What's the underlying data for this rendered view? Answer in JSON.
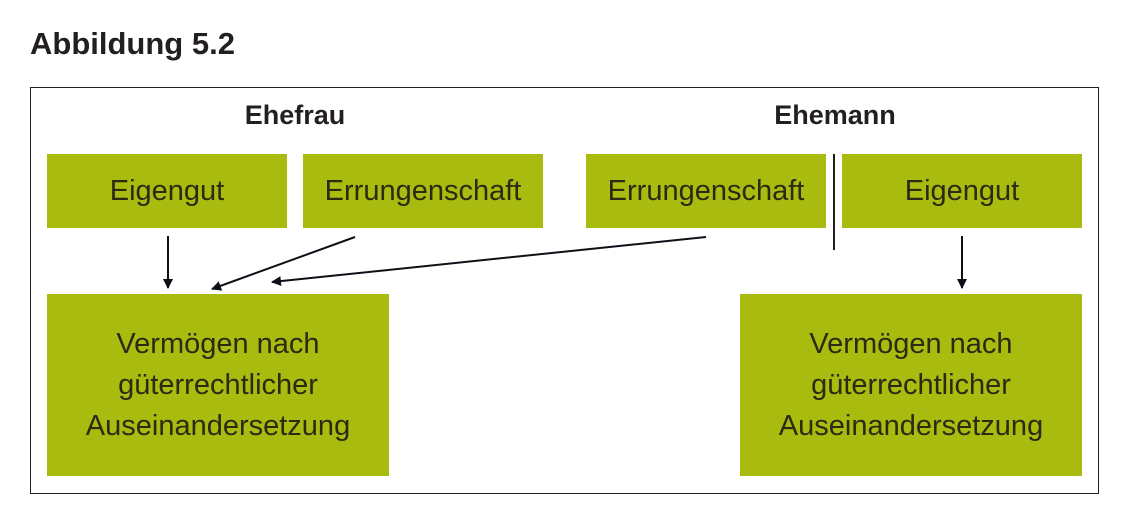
{
  "title": "Abbildung 5.2",
  "wife": {
    "heading": "Ehefrau",
    "own": "Eigengut",
    "acquired": "Errungenschaft",
    "result": "Vermögen nach güterrechtlicher Auseinandersetzung"
  },
  "husband": {
    "heading": "Ehemann",
    "own": "Eigengut",
    "acquired": "Errungenschaft",
    "result": "Vermögen nach güterrechtlicher Auseinandersetzung"
  },
  "colors": {
    "box": "#a9bb0f",
    "text": "#2b2a12"
  }
}
